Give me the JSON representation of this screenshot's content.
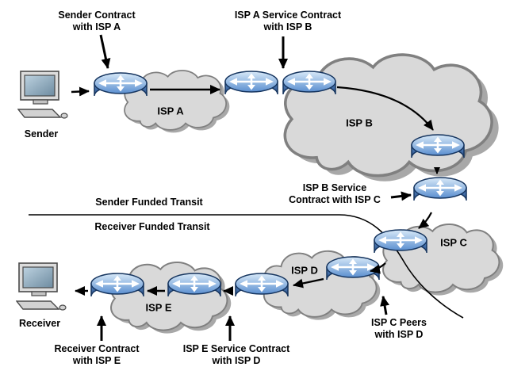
{
  "labels": {
    "sender_contract": "Sender Contract\nwith ISP A",
    "ispa_service": "ISP A Service Contract\nwith ISP B",
    "ispb_service": "ISP B Service\nContract with ISP C",
    "ispc_peers": "ISP C Peers\nwith ISP D",
    "ispe_service": "ISP E Service Contract\nwith ISP D",
    "receiver_contract": "Receiver Contract\nwith ISP E",
    "sender_funded": "Sender Funded Transit",
    "receiver_funded": "Receiver Funded Transit"
  },
  "nodes": {
    "sender": "Sender",
    "receiver": "Receiver"
  },
  "clouds": {
    "isp_a": "ISP A",
    "isp_b": "ISP B",
    "isp_c": "ISP C",
    "isp_d": "ISP D",
    "isp_e": "ISP E"
  },
  "colors": {
    "router_top_light": "#cfe3f5",
    "router_blue": "#3a6db3",
    "router_outline": "#16355f",
    "cloud_fill": "#d9d9d9",
    "cloud_outline": "#808080",
    "cloud_shadow": "#a8a8a8",
    "arrow": "#000000"
  }
}
